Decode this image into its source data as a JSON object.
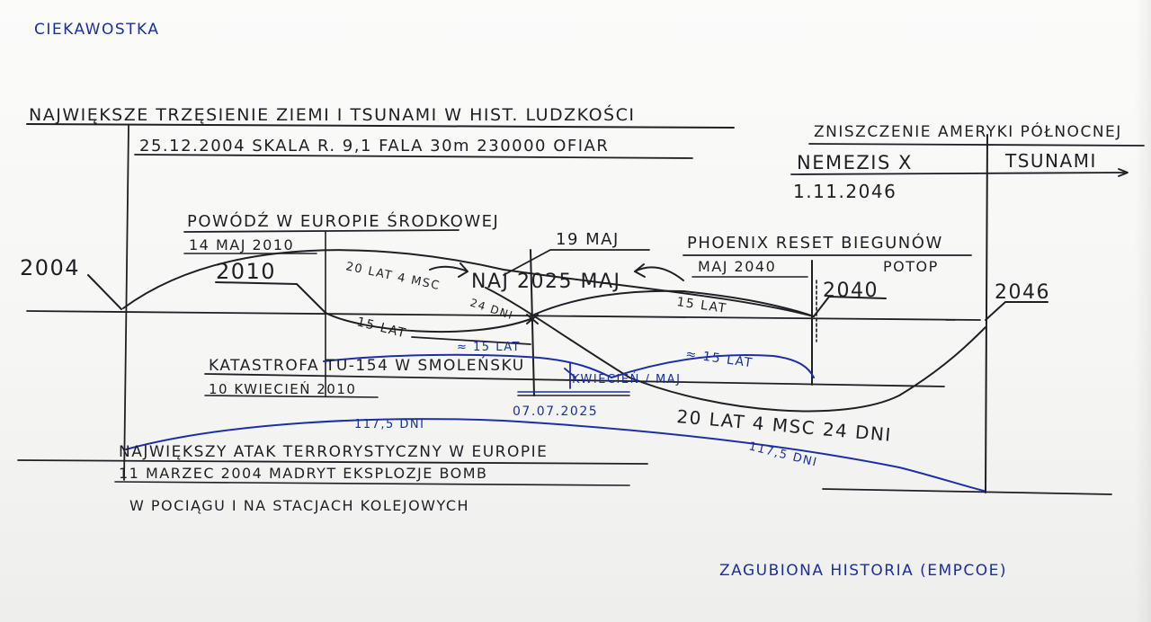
{
  "labels": {
    "top_left": "CIEKAWOSTKA",
    "bottom_right": "ZAGUBIONA HISTORIA (EMPCOE)"
  },
  "events": {
    "tsunami_title": "NAJWIĘKSZE TRZĘSIENIE ZIEMI I TSUNAMI W HIST. LUDZKOŚCI",
    "tsunami_detail": "25.12.2004 SKALA R. 9,1 FALA 30m 230000 OFIAR",
    "flood_title": "POWÓDŹ W EUROPIE ŚRODKOWEJ",
    "flood_date": "14 MAJ 2010",
    "smolensk_title": "KATASTROFA TU-154 W SMOLEŃSKU",
    "smolensk_date": "10 KWIECIEŃ 2010",
    "terror_title": "NAJWIĘKSZY ATAK TERRORYSTYCZNY W EUROPIE",
    "terror_detail": "11 MARZEC 2004 MADRYT EKSPLOZJE BOMB",
    "terror_detail2": "W POCIĄGU I NA STACJACH KOLEJOWYCH",
    "america_title": "ZNISZCZENIE AMERYKI PÓŁNOCNEJ",
    "nemezis": "NEMEZIS X",
    "tsunami_label": "TSUNAMI",
    "nemezis_date": "1.11.2046",
    "phoenix_title": "PHOENIX RESET BIEGUNÓW",
    "phoenix_date": "MAJ 2040",
    "potop": "POTOP"
  },
  "years": {
    "y2004": "2004",
    "y2010": "2010",
    "y2040": "2040",
    "y2046": "2046"
  },
  "center": {
    "main": "NAJ 2025 MAJ",
    "may19": "19 MAJ",
    "twenty_years": "20 LAT 4 MSC",
    "twentyfour": "24 DNI",
    "fifteen_a": "15 LAT",
    "fifteen_b": "15 LAT",
    "fifteen_blue_a": "≈ 15 LAT",
    "fifteen_blue_b": "≈ 15 LAT",
    "april_may": "KWIECIEŃ / MAJ",
    "date_2025": "07.07.2025",
    "days_a": "117,5 DNI",
    "days_b": "117,5 DNI",
    "bottom_span": "20 LAT 4 MSC 24 DNI"
  }
}
